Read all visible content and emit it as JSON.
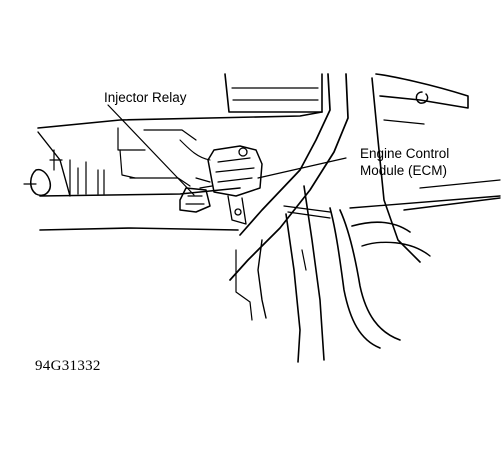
{
  "labels": {
    "injector_relay": "Injector Relay",
    "ecm_line1": "Engine Control",
    "ecm_line2": "Module (ECM)"
  },
  "figure_id": "94G31332",
  "colors": {
    "ink": "#000000",
    "paper": "#ffffff"
  }
}
